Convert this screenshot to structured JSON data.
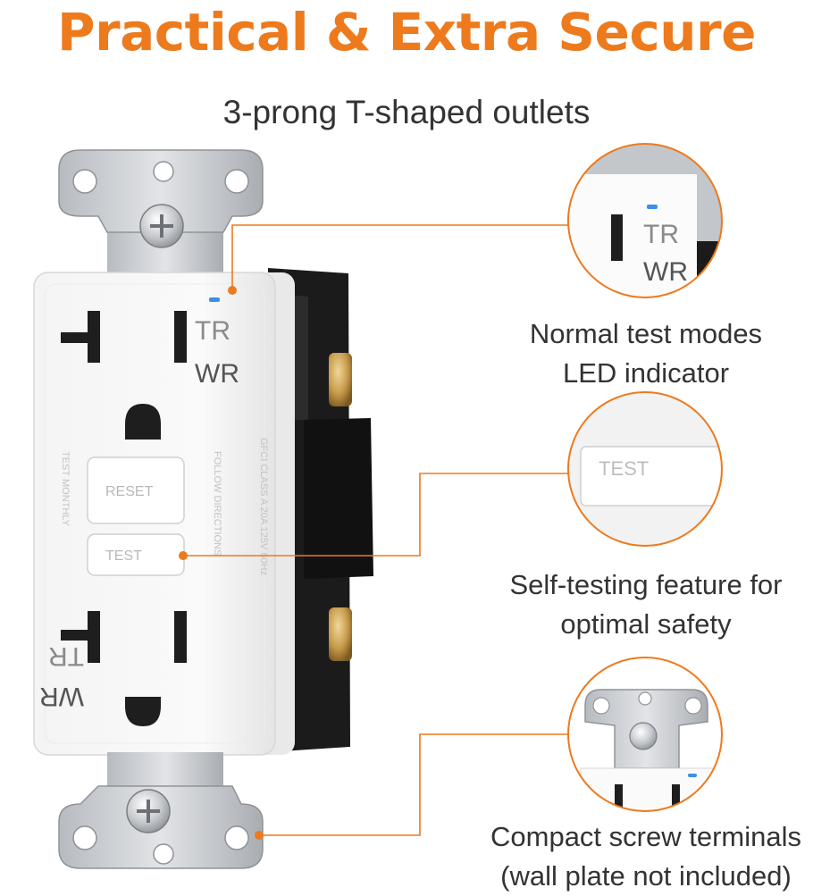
{
  "headline": "Practical & Extra Secure",
  "subheadline": "3-prong T-shaped outlets",
  "colors": {
    "accent": "#ed7a1d",
    "text": "#333333",
    "outlet_body": "#f7f7f7",
    "metal": "#c9ccd0",
    "led": "#3b8fe8"
  },
  "outlet": {
    "top_marking": [
      "TR",
      "WR"
    ],
    "bottom_marking": [
      "TR",
      "WR"
    ],
    "button_top": "RESET",
    "button_bottom": "TEST",
    "side_text_1": "FOLLOW DIRECTIONS",
    "side_text_2": "GFCI CLASS A 20A 125V 60Hz",
    "side_text_3": "TEST MONTHLY"
  },
  "features": [
    {
      "lines": [
        "Normal test modes",
        "LED indicator"
      ],
      "zoom_marking": [
        "TR",
        "WR"
      ]
    },
    {
      "lines": [
        "Self-testing feature for",
        "optimal safety"
      ],
      "zoom_marking": [
        "TEST"
      ]
    },
    {
      "lines": [
        "Compact screw terminals",
        "(wall plate not included)"
      ]
    }
  ]
}
